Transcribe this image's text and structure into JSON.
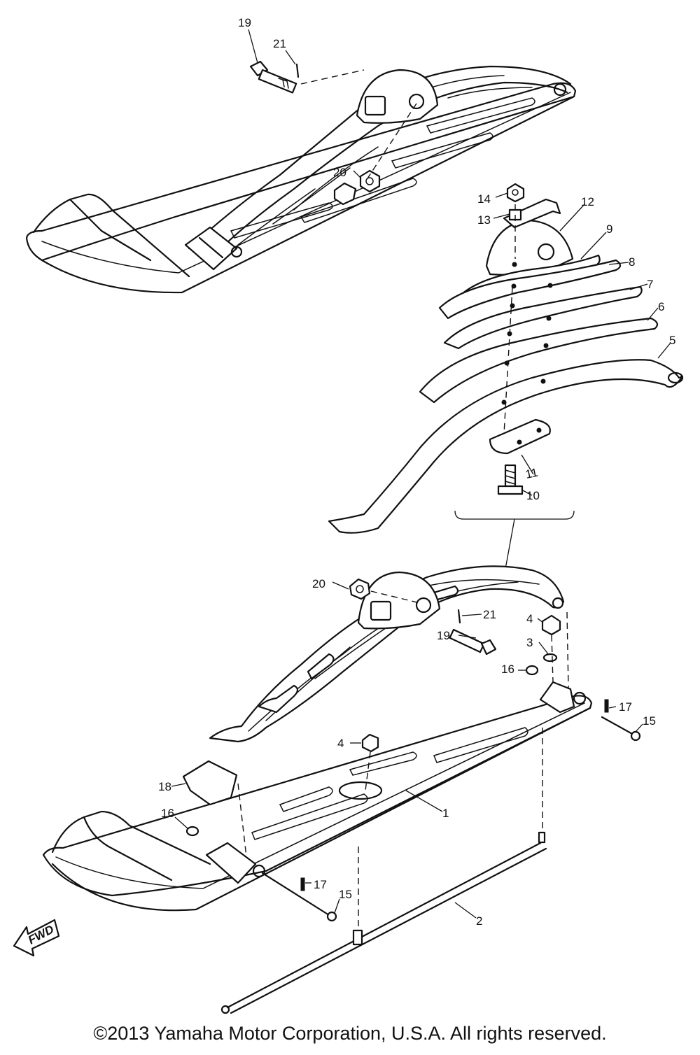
{
  "callouts": {
    "c1": "1",
    "c2": "2",
    "c3": "3",
    "c4a": "4",
    "c4b": "4",
    "c5": "5",
    "c6": "6",
    "c7": "7",
    "c8": "8",
    "c9": "9",
    "c10": "10",
    "c11": "11",
    "c12": "12",
    "c13": "13",
    "c14": "14",
    "c15a": "15",
    "c15b": "15",
    "c16a": "16",
    "c16b": "16",
    "c17a": "17",
    "c17b": "17",
    "c18": "18",
    "c19a": "19",
    "c19b": "19",
    "c20a": "20",
    "c20b": "20",
    "c21a": "21",
    "c21b": "21"
  },
  "fwd_label": "FWD",
  "copyright": "©2013 Yamaha Motor Corporation, U.S.A. All rights reserved."
}
